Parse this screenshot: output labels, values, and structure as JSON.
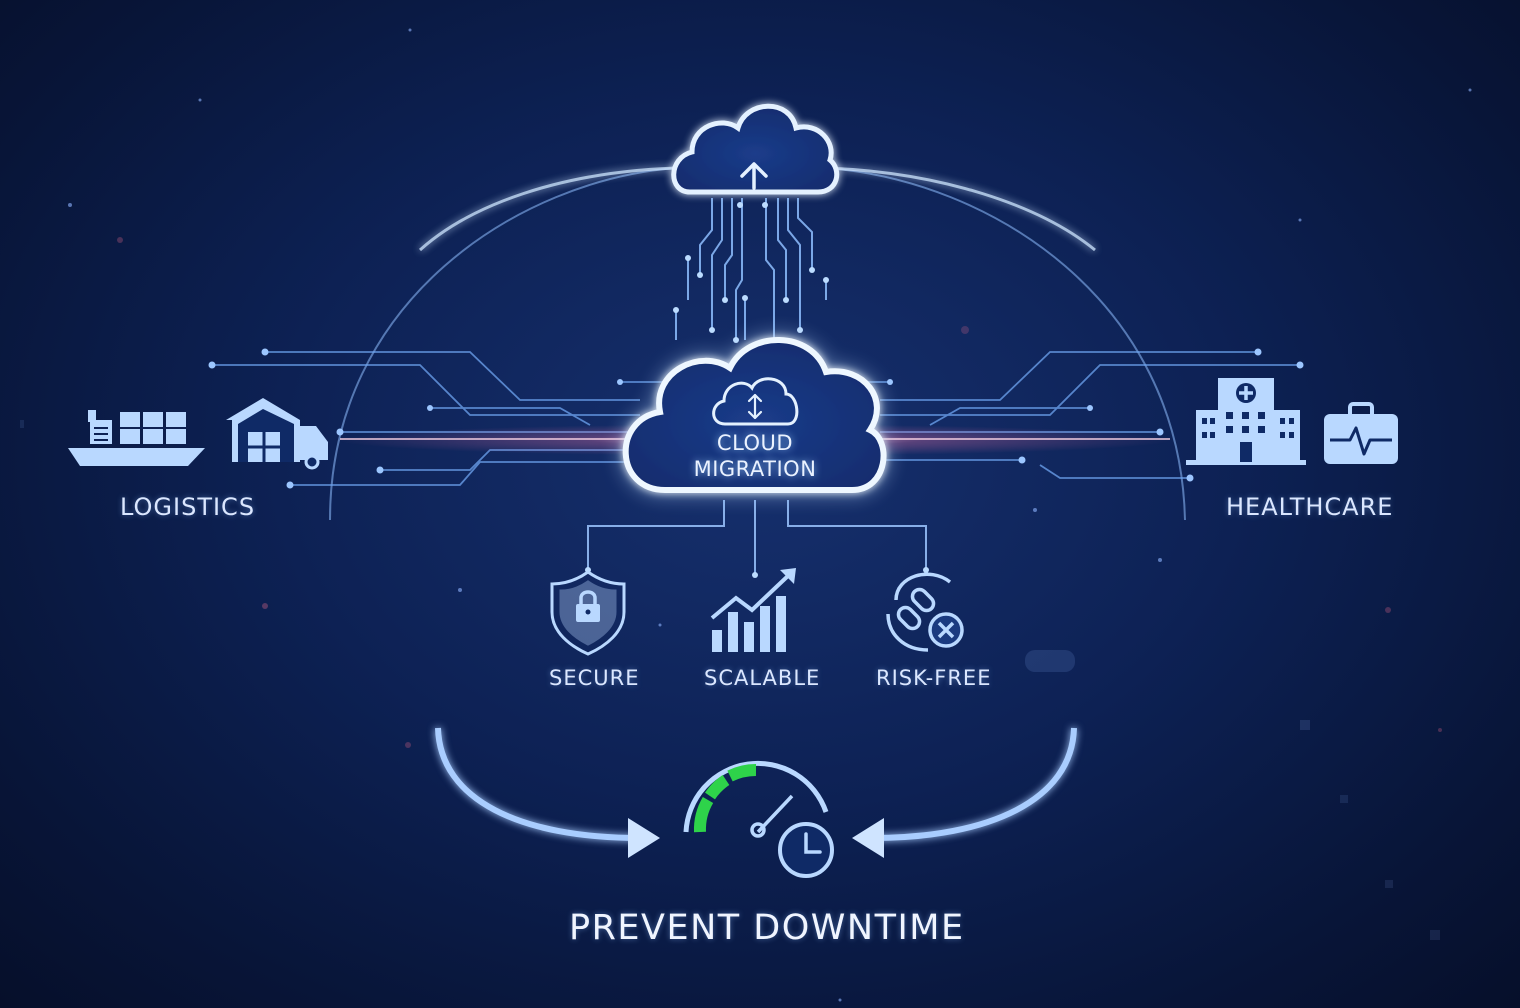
{
  "center": {
    "line1": "CLOUD",
    "line2": "MIGRATION"
  },
  "industries": {
    "left": "LOGISTICS",
    "right": "HEALTHCARE"
  },
  "features": [
    {
      "label": "SECURE",
      "icon": "shield-lock-icon"
    },
    {
      "label": "SCALABLE",
      "icon": "bar-chart-growth-icon"
    },
    {
      "label": "RISK-FREE",
      "icon": "broken-chain-icon"
    }
  ],
  "bottom": {
    "label": "PREVENT DOWNTIME",
    "icon": "speedometer-clock-icon"
  },
  "colors": {
    "glow": "#bfe0ff",
    "line": "#7fb4ff",
    "accent_green": "#2ed34a",
    "bg": "#0d2154"
  }
}
